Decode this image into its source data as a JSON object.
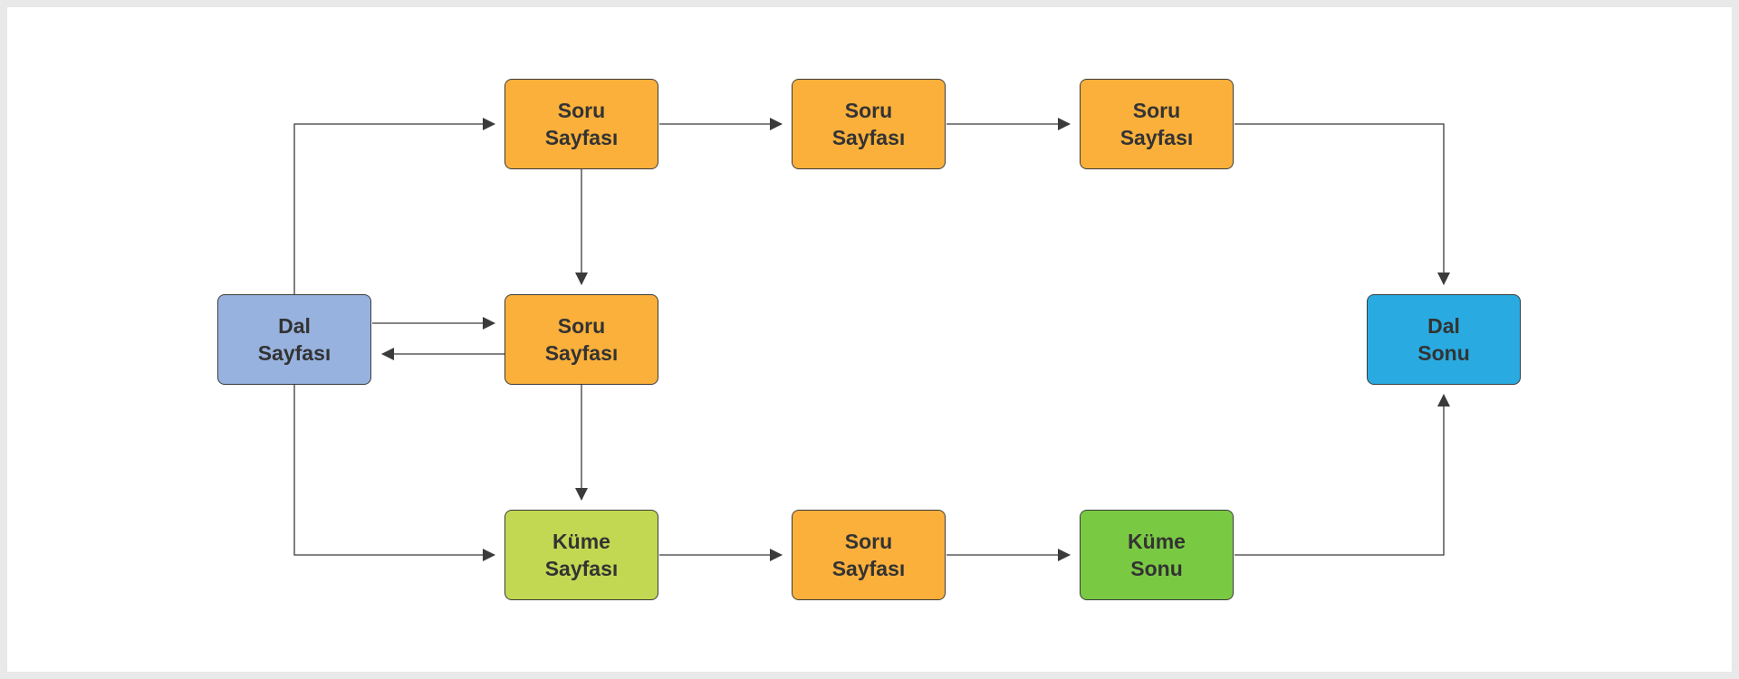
{
  "diagram": {
    "nodes": [
      {
        "id": "soru-1",
        "line1": "Soru",
        "line2": "Sayfası",
        "color": "#fbb03b"
      },
      {
        "id": "soru-2",
        "line1": "Soru",
        "line2": "Sayfası",
        "color": "#fbb03b"
      },
      {
        "id": "soru-3",
        "line1": "Soru",
        "line2": "Sayfası",
        "color": "#fbb03b"
      },
      {
        "id": "dal-sayfasi",
        "line1": "Dal",
        "line2": "Sayfası",
        "color": "#97b2df"
      },
      {
        "id": "soru-mid",
        "line1": "Soru",
        "line2": "Sayfası",
        "color": "#fbb03b"
      },
      {
        "id": "dal-sonu",
        "line1": "Dal",
        "line2": "Sonu",
        "color": "#29abe2"
      },
      {
        "id": "kume-sayfasi",
        "line1": "Küme",
        "line2": "Sayfası",
        "color": "#c2d852"
      },
      {
        "id": "soru-bottom",
        "line1": "Soru",
        "line2": "Sayfası",
        "color": "#fbb03b"
      },
      {
        "id": "kume-sonu",
        "line1": "Küme",
        "line2": "Sonu",
        "color": "#7ac943"
      }
    ],
    "edges": [
      {
        "from": "dal-sayfasi",
        "to": "soru-1"
      },
      {
        "from": "soru-1",
        "to": "soru-2"
      },
      {
        "from": "soru-2",
        "to": "soru-3"
      },
      {
        "from": "soru-3",
        "to": "dal-sonu"
      },
      {
        "from": "soru-1",
        "to": "soru-mid"
      },
      {
        "from": "dal-sayfasi",
        "to": "soru-mid"
      },
      {
        "from": "soru-mid",
        "to": "dal-sayfasi"
      },
      {
        "from": "soru-mid",
        "to": "kume-sayfasi"
      },
      {
        "from": "dal-sayfasi",
        "to": "kume-sayfasi"
      },
      {
        "from": "kume-sayfasi",
        "to": "soru-bottom"
      },
      {
        "from": "soru-bottom",
        "to": "kume-sonu"
      },
      {
        "from": "kume-sonu",
        "to": "dal-sonu"
      }
    ],
    "line_color": "#3b3b3b"
  }
}
